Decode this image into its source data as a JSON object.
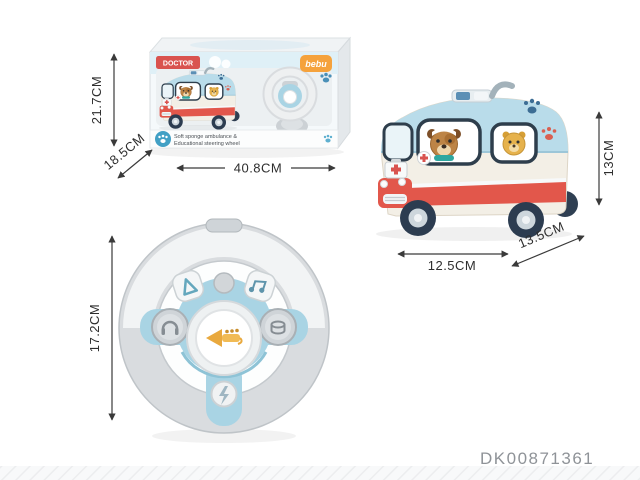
{
  "dimensions": {
    "box_height": "21.7CM",
    "box_depth": "18.5CM",
    "box_width": "40.8CM",
    "ambulance_height": "13CM",
    "ambulance_depth": "13.5CM",
    "ambulance_width": "12.5CM",
    "wheel_height": "17.2CM"
  },
  "box": {
    "brand": "bebu",
    "badge": "DOCTOR",
    "tagline_line1": "Soft sponge ambulance &",
    "tagline_line2": "Educational steering wheel"
  },
  "product_code": "DK00871361",
  "colors": {
    "dimension_line": "#3a3a3a",
    "ambulance_blue": "#b9dcea",
    "ambulance_red": "#e2574b",
    "hub_blue": "#a9d4e4",
    "brand_orange": "#f5a23c",
    "badge_red": "#d9534f",
    "code_gray": "#8f9398"
  }
}
